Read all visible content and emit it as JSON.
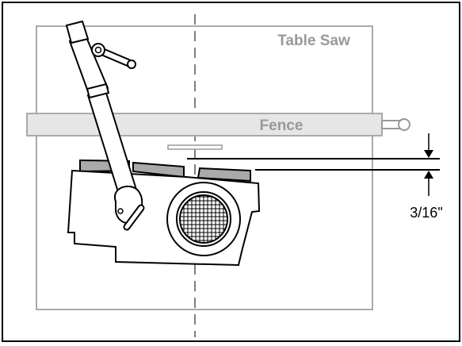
{
  "labels": {
    "table_saw": "Table Saw",
    "fence": "Fence",
    "gap_dimension": "3/16\""
  },
  "colors": {
    "outline": "#000000",
    "table_line": "#aaaaaa",
    "fence_fill": "#e6e6e6",
    "fence_text": "#999999",
    "pad_fill": "#aaaaaa",
    "background": "#ffffff"
  }
}
